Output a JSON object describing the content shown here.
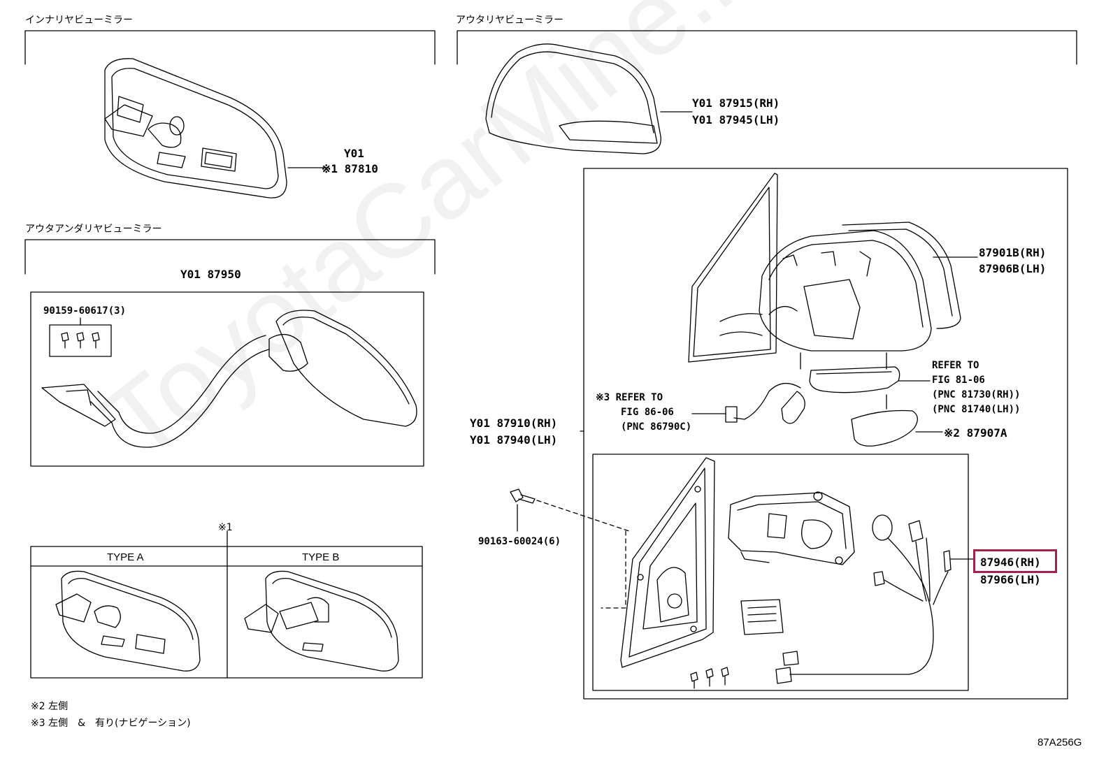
{
  "sections": {
    "inner": "インナリヤビューミラー",
    "outer": "アウタリヤビューミラー",
    "under": "アウタアンダリヤビューミラー"
  },
  "parts": {
    "inner_prefix": "Y01",
    "inner_code": "※1 87810",
    "under_part": "Y01 87950",
    "screws_top": "90159-60617(3)",
    "cover_rh": "Y01 87915(RH)",
    "cover_lh": "Y01 87945(LH)",
    "mirror_rh": "87901B(RH)",
    "mirror_lh": "87906B(LH)",
    "assy_rh": "Y01 87910(RH)",
    "assy_lh": "Y01 87940(LH)",
    "refer3_1": "※3 REFER TO",
    "refer3_2": "FIG 86-06",
    "refer3_3": "(PNC 86790C)",
    "refer1_1": "REFER TO",
    "refer1_2": "FIG 81-06",
    "refer1_3": "(PNC 81730(RH))",
    "refer1_4": "(PNC 81740(LH))",
    "lamp_cover": "※2 87907A",
    "bolts": "90163-60024(6)",
    "wire_rh": "87946(RH)",
    "wire_lh": "87966(LH)"
  },
  "types": {
    "marker": "※1",
    "type_a": "TYPE A",
    "type_b": "TYPE B"
  },
  "notes": {
    "note2": "※2 左側",
    "note3": "※3 左側　&　有り(ナビゲーション)"
  },
  "diagram_code": "87A256G",
  "watermark": "ToyotaCarMine.ru",
  "colors": {
    "highlight": "#a3224a"
  }
}
